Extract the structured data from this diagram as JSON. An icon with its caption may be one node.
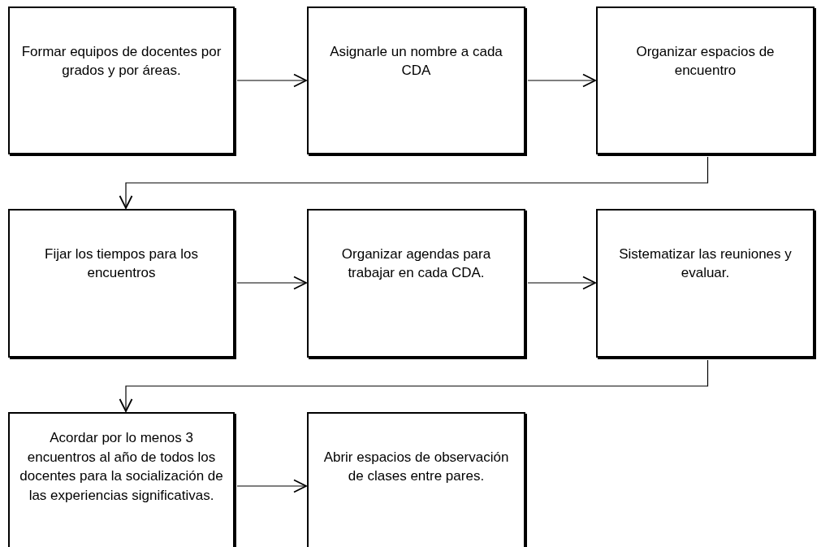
{
  "diagram": {
    "nodes": [
      {
        "text": [
          "Formar equipos de docentes por grados y por áreas."
        ]
      },
      {
        "text": [
          "Asignarle un nombre a cada CDA"
        ]
      },
      {
        "text": [
          "Organizar espacios de encuentro"
        ]
      },
      {
        "text": [
          "Fijar los tiempos para los encuentros"
        ]
      },
      {
        "text": [
          "Organizar agendas para trabajar en cada CDA."
        ]
      },
      {
        "text": [
          "Sistematizar las reuniones y evaluar."
        ]
      },
      {
        "text": [
          "Acordar por lo menos 3 encuentros al año de todos los docentes para la socialización de las experiencias significativas."
        ]
      },
      {
        "text": [
          "Abrir espacios de observación de clases entre pares."
        ]
      }
    ],
    "edges": [
      {
        "from": 0,
        "to": 1,
        "arrow": "to"
      },
      {
        "from": 1,
        "to": 2,
        "arrow": "to"
      },
      {
        "from": 2,
        "to": 3,
        "arrow": "to"
      },
      {
        "from": 3,
        "to": 4,
        "arrow": "to"
      },
      {
        "from": 4,
        "to": 5,
        "arrow": "to"
      },
      {
        "from": 5,
        "to": 6,
        "arrow": "to"
      },
      {
        "from": 6,
        "to": 7,
        "arrow": "to"
      }
    ]
  }
}
